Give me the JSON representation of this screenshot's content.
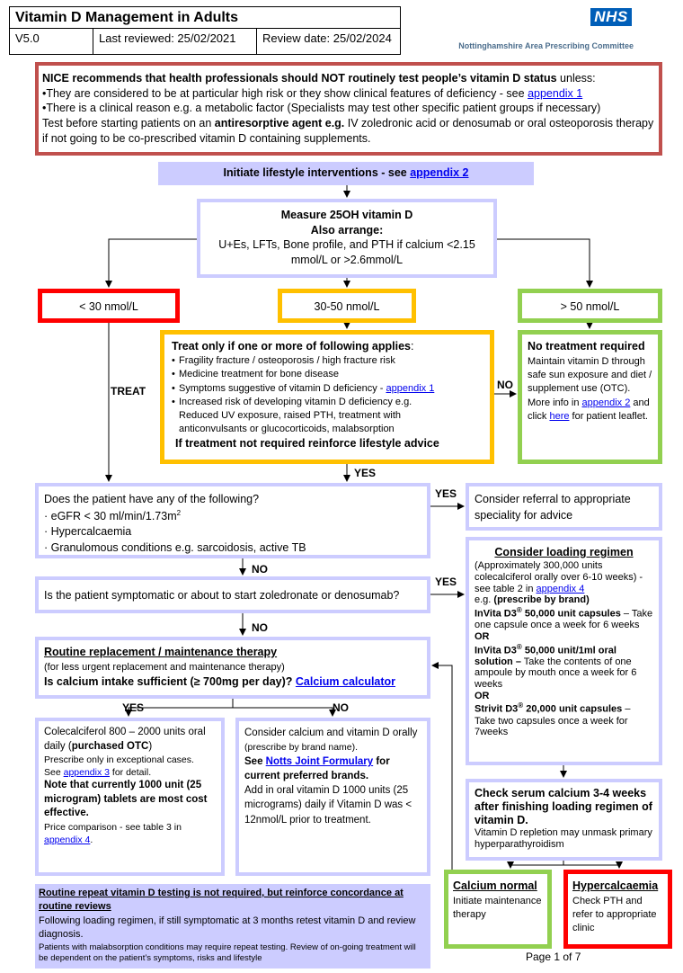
{
  "header": {
    "title": "Vitamin D Management in Adults",
    "version": "V5.0",
    "last_reviewed": "Last reviewed: 25/02/2021",
    "review_date": "Review date: 25/02/2024",
    "logo": "NHS",
    "committee": "Nottinghamshire Area Prescribing Committee"
  },
  "nice": {
    "lead_bold": "NICE recommends that health professionals should NOT routinely test people’s vitamin D status",
    "lead_rest": " unless:",
    "bullet1": "•They are considered to be at particular high risk or they show clinical features of deficiency - see ",
    "bullet1_link": "appendix 1",
    "bullet2": "•There is a clinical reason e.g. a metabolic factor (Specialists may test other specific patient groups if necessary)",
    "line3a": "Test before starting patients on an ",
    "line3b": "antiresorptive agent e.g.",
    "line3c": " IV zoledronic acid or denosumab or oral osteoporosis therapy if not going to be co-prescribed vitamin D containing supplements."
  },
  "lifestyle": {
    "text": "Initiate lifestyle interventions - see ",
    "link": "appendix 2"
  },
  "measure": {
    "line1": "Measure 25OH vitamin D",
    "line2": "Also arrange:",
    "line3": "U+Es, LFTs, Bone profile, and PTH if calcium <2.15 mmol/L or >2.6mmol/L"
  },
  "levels": {
    "low": "< 30 nmol/L",
    "mid": "30-50 nmol/L",
    "high": "> 50 nmol/L"
  },
  "labels": {
    "treat": "TREAT",
    "no1": "NO",
    "yes1": "YES",
    "yes2": "YES",
    "no2": "NO",
    "yes3": "YES",
    "no3": "NO",
    "yes4": "YES",
    "no4": "NO"
  },
  "treat_only": {
    "title": "Treat only if one or more of following applies",
    "colon": ":",
    "items": [
      "Fragility fracture / osteoporosis / high fracture risk",
      "Medicine treatment for bone disease",
      "Symptoms suggestive of vitamin D deficiency - "
    ],
    "item3_link": "appendix 1",
    "item4": "Increased risk of developing vitamin D deficiency e.g.",
    "item4b": "Reduced UV exposure, raised PTH, treatment with",
    "item4c": "anticonvulsants or glucocorticoids, malabsorption",
    "footer": "If treatment not required reinforce lifestyle advice"
  },
  "no_treatment": {
    "title": "No treatment required",
    "text": "Maintain vitamin D through safe sun exposure and diet / supplement use (OTC). More info in ",
    "link1": "appendix 2",
    "mid": " and click ",
    "link2": "here",
    "end": " for patient leaflet."
  },
  "q1": {
    "title": "Does the patient have any of the following?",
    "item1": "· eGFR < 30 ml/min/1.73m",
    "item1_sup": "2",
    "item2": "· Hypercalcaemia",
    "item3": "· Granulomous conditions e.g. sarcoidosis, active TB"
  },
  "referral": {
    "text": "Consider referral to appropriate speciality for advice"
  },
  "q2": {
    "text": "Is the patient symptomatic or about to start zoledronate or denosumab?"
  },
  "loading": {
    "title": "Consider loading regimen",
    "l1": "(Approximately 300,000 units colecalciferol orally over 6-10 weeks) - see table 2 in ",
    "l1_link": "appendix 4",
    "l2a": "e.g. ",
    "l2b": "(prescribe by brand)",
    "d1_name": "InVita D3",
    "d1_sup": "®",
    "d1_bold": " 50,000 unit capsules",
    "d1_text": " – Take one capsule once a week for 6 weeks",
    "or1": "OR",
    "d2_name": "InVita D3",
    "d2_sup": "®",
    "d2_bold": " 50,000 unit/1ml oral solution –",
    "d2_text": " Take the contents of one ampoule by mouth once a week for 6 weeks",
    "or2": "OR",
    "d3_name": "Strivit D3",
    "d3_sup": "®",
    "d3_bold": " 20,000 unit capsules",
    "d3_text": " – Take two capsules once a week for 7weeks"
  },
  "routine": {
    "title": "Routine replacement / maintenance therapy",
    "sub": "(for less urgent replacement and maintenance therapy)",
    "q": "Is calcium intake sufficient (≥ 700mg per day)?",
    "link": "Calcium calculator"
  },
  "yes_box": {
    "l1a": "Colecalciferol 800 – 2000 units oral daily (",
    "l1b": "purchased OTC",
    "l1c": ")",
    "l2": "Prescribe only in exceptional cases.",
    "l3a": "See ",
    "l3_link": "appendix 3",
    "l3b": " for detail.",
    "l4": "Note that currently 1000 unit (25 microgram) tablets are most cost effective.",
    "l5": "Price comparison - see table 3 in ",
    "l5_link": "appendix 4",
    "l5b": "."
  },
  "no_box": {
    "l1": "Consider calcium and vitamin D orally ",
    "l1s": "(prescribe by brand name).",
    "l2a": "See ",
    "l2_link": "Notts Joint Formulary",
    "l2b": " for current preferred brands.",
    "l3": "Add in oral vitamin D 1000 units (25 micrograms) daily if Vitamin D was < 12nmol/L prior to treatment."
  },
  "check_ca": {
    "title": "Check serum calcium 3-4 weeks after finishing loading regimen of vitamin D.",
    "text": "Vitamin D repletion may unmask primary hyperparathyroidism"
  },
  "ca_normal": {
    "title": "Calcium normal",
    "text": "Initiate maintenance therapy"
  },
  "hypercal": {
    "title": "Hypercalcaemia",
    "text": "Check PTH and refer to appropriate clinic"
  },
  "repeat": {
    "title": "Routine repeat vitamin D testing is not required, but reinforce concordance at routine reviews",
    "l1": "Following loading regimen, if still symptomatic at 3 months retest vitamin D and review diagnosis.",
    "l2": "Patients with malabsorption conditions may require repeat testing. Review of on-going treatment will be dependent on the patient’s symptoms, risks and lifestyle"
  },
  "page": "Page 1 of 7",
  "colors": {
    "red": "#ff0000",
    "amber": "#ffc000",
    "green": "#92d050",
    "lavender": "#ccccff",
    "nice_border": "#c0504d",
    "nhs_blue": "#005eb8"
  }
}
